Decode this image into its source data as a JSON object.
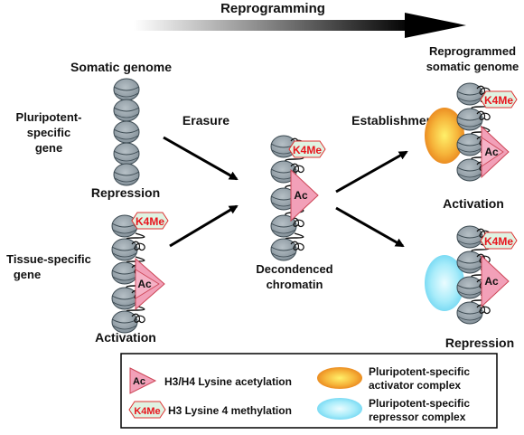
{
  "header": {
    "title": "Reprogramming"
  },
  "left": {
    "genome_label": "Somatic genome",
    "pluripotent_gene": [
      "Pluripotent-",
      "specific",
      "gene"
    ],
    "repression_label": "Repression",
    "tissue_gene": [
      "Tissue-specific",
      "gene"
    ],
    "activation_label": "Activation"
  },
  "middle": {
    "erasure_label": "Erasure",
    "decondensed": [
      "Decondenced",
      "chromatin"
    ]
  },
  "right": {
    "establishment_label": "Establishment",
    "genome_label": [
      "Reprogrammed",
      "somatic genome"
    ],
    "activation_label": "Activation",
    "repression_label": "Repression"
  },
  "marks": {
    "k4me": "K4Me",
    "ac": "Ac"
  },
  "legend": {
    "acetylation": "H3/H4 Lysine acetylation",
    "methylation": "H3 Lysine 4 methylation",
    "activator": [
      "Pluripotent-specific",
      "activator complex"
    ],
    "repressor": [
      "Pluripotent-specific",
      "repressor complex"
    ]
  },
  "colors": {
    "nucleosome": "#8f9ba3",
    "ac_fill": "#f2a0b8",
    "k4me_fill": "#dff3e2",
    "activator": "#f2a020",
    "repressor": "#8ee0f4"
  }
}
